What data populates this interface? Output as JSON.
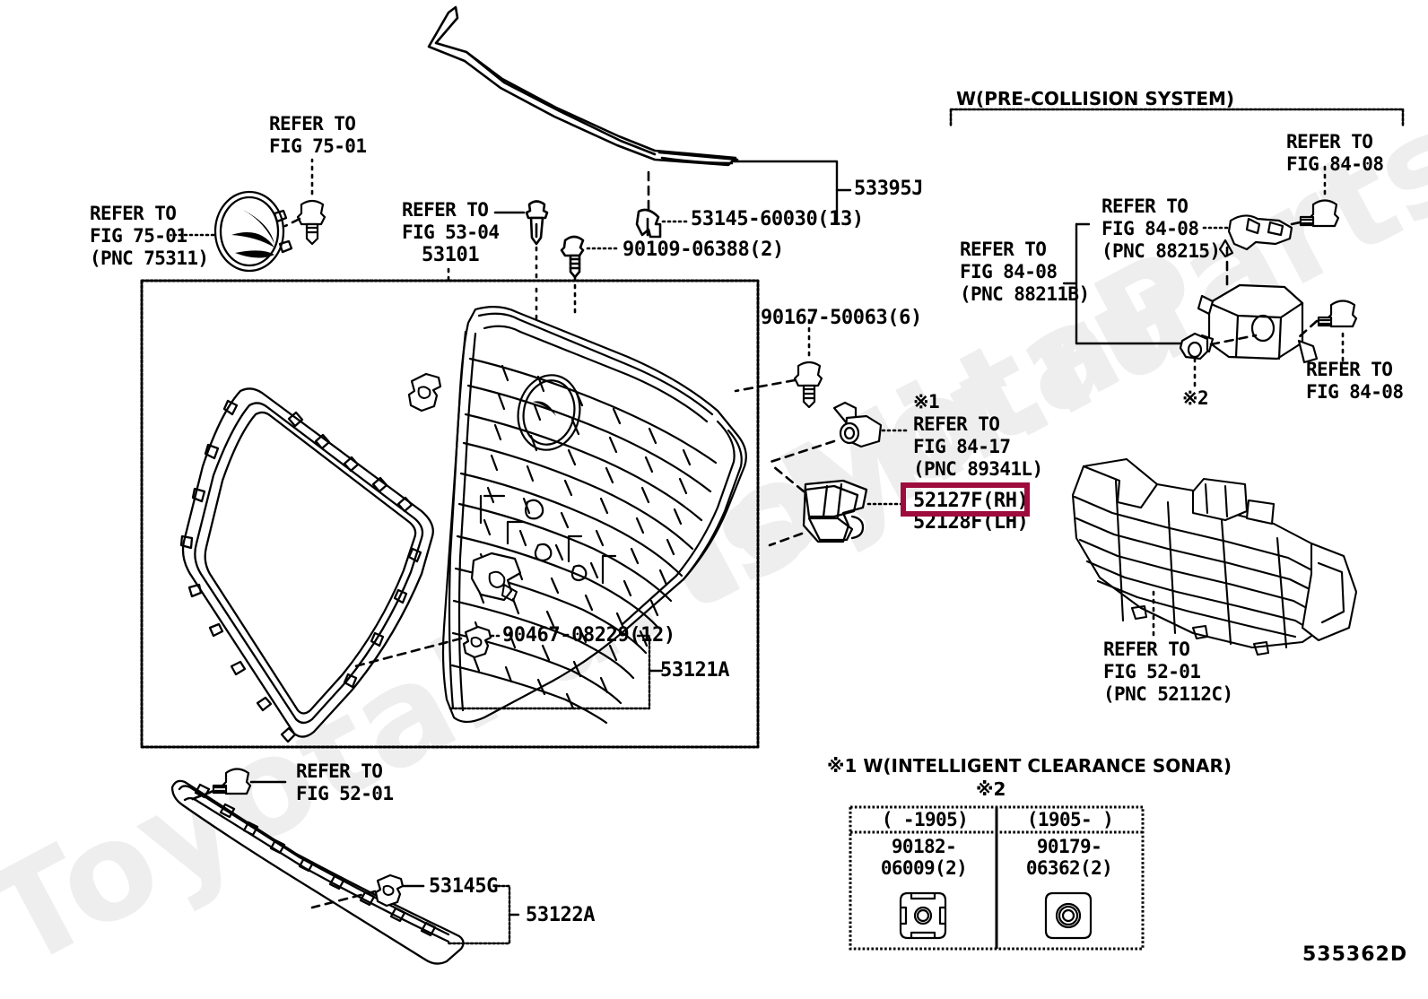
{
  "figure": {
    "id": "535362D",
    "watermark": "ToyotaPartsMir.ru"
  },
  "groups": {
    "pre_collision": {
      "label": "W(PRE-COLLISION SYSTEM)"
    }
  },
  "labels": {
    "emblem_refer": "REFER TO\nFIG 75-01\n(PNC 75311)",
    "emblem_screw_refer": "REFER TO\nFIG 75-01",
    "grille_refer": "REFER TO\nFIG 53-04",
    "grille_pn": "53101",
    "moulding_clip": "53145-60030(13)",
    "moulding_pn": "53395J",
    "bolt_90109": "90109-06388(2)",
    "bolt_90167": "90167-50063(6)",
    "sonar_refer": "※1\nREFER TO\nFIG 84-17\n(PNC 89341L)",
    "retainer_rh": "52127F(RH)",
    "retainer_lh": "52128F(LH)",
    "clip_90467": "90467-08229(12)",
    "frame_pn": "53121A",
    "lower_refer": "REFER TO\nFIG 52-01",
    "lower_clip": "53145G",
    "lower_pn": "53122A",
    "radar_refer_left": "REFER TO\nFIG 84-08\n(PNC 88211B)",
    "radar_refer_bracket": "REFER TO\nFIG 84-08\n(PNC 88215)",
    "radar_refer_topright": "REFER TO\nFIG 84-08",
    "radar_refer_bottomright": "REFER TO\nFIG 84-08",
    "mark2_left": "※2",
    "lower_grille_refer": "REFER TO\nFIG 52-01\n(PNC 52112C)"
  },
  "notes": {
    "mark1_note": "※1 W(INTELLIGENT CLEARANCE SONAR)",
    "mark2_note": "※2"
  },
  "variant_table": {
    "headers": [
      "(      -1905)",
      "(1905-        )"
    ],
    "part_numbers": [
      "90182-06009(2)",
      "90179-06362(2)"
    ]
  },
  "colors": {
    "highlight": "#9e0b3d",
    "line": "#000000",
    "watermark": "#eeeeee"
  }
}
